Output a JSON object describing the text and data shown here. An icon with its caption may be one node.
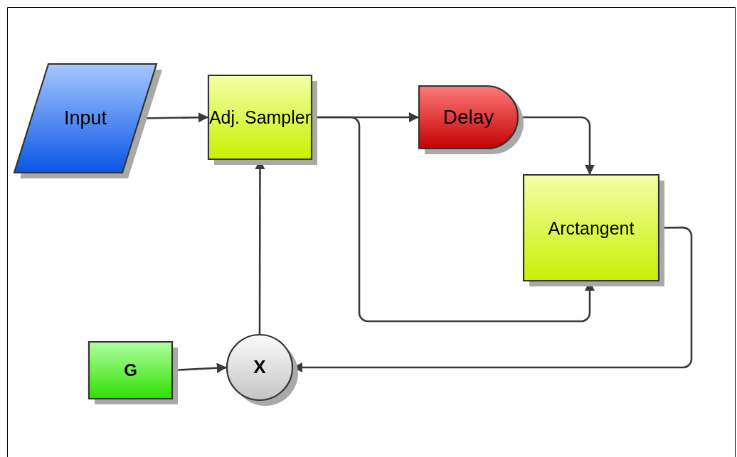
{
  "diagram": {
    "nodes": [
      {
        "text": [
          "Input"
        ]
      },
      {
        "text": [
          "Adj. Sampler"
        ]
      },
      {
        "text": [
          "Delay"
        ]
      },
      {
        "text": [
          "Arctangent"
        ]
      },
      {
        "text": [
          "G"
        ]
      },
      {
        "text": [
          "X"
        ]
      }
    ],
    "edges": [
      {
        "from": 0,
        "to": 1,
        "arrow": "to"
      },
      {
        "from": 1,
        "to": 2,
        "arrow": "to"
      },
      {
        "from": 2,
        "to": 3,
        "arrow": "to"
      },
      {
        "from": 1,
        "to": 3,
        "arrow": "to"
      },
      {
        "from": 3,
        "to": 5,
        "arrow": "to"
      },
      {
        "from": 4,
        "to": 5,
        "arrow": "to"
      },
      {
        "from": 5,
        "to": 1,
        "arrow": "to"
      }
    ]
  }
}
